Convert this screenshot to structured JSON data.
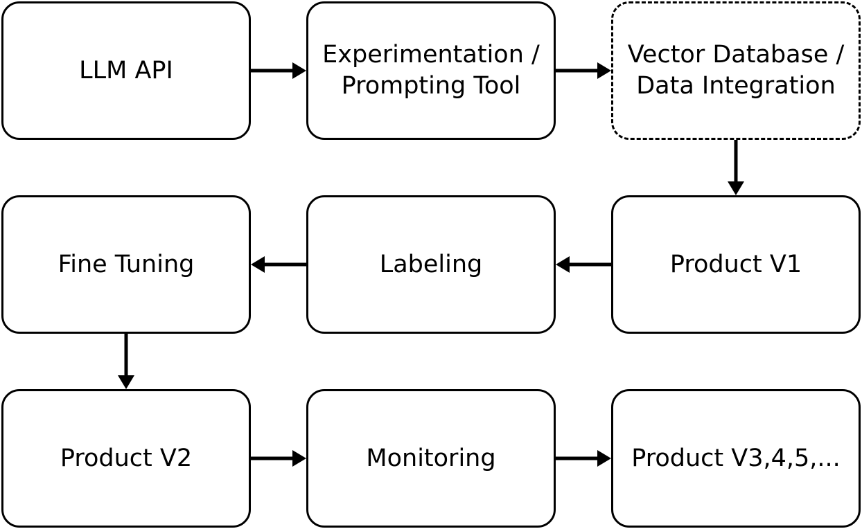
{
  "diagram": {
    "nodes": [
      {
        "id": "llm-api",
        "label": "LLM API",
        "style": "solid"
      },
      {
        "id": "experimentation",
        "label": "Experimentation /\nPrompting Tool",
        "style": "solid"
      },
      {
        "id": "vector-db",
        "label": "Vector Database /\nData Integration",
        "style": "dashed"
      },
      {
        "id": "fine-tuning",
        "label": "Fine Tuning",
        "style": "solid"
      },
      {
        "id": "labeling",
        "label": "Labeling",
        "style": "solid"
      },
      {
        "id": "product-v1",
        "label": "Product V1",
        "style": "solid"
      },
      {
        "id": "product-v2",
        "label": "Product V2",
        "style": "solid"
      },
      {
        "id": "monitoring",
        "label": "Monitoring",
        "style": "solid"
      },
      {
        "id": "product-v3",
        "label": "Product V3,4,5,...",
        "style": "solid"
      }
    ],
    "edges": [
      {
        "from": "llm-api",
        "to": "experimentation"
      },
      {
        "from": "experimentation",
        "to": "vector-db"
      },
      {
        "from": "vector-db",
        "to": "product-v1"
      },
      {
        "from": "product-v1",
        "to": "labeling"
      },
      {
        "from": "labeling",
        "to": "fine-tuning"
      },
      {
        "from": "fine-tuning",
        "to": "product-v2"
      },
      {
        "from": "product-v2",
        "to": "monitoring"
      },
      {
        "from": "monitoring",
        "to": "product-v3"
      }
    ],
    "colors": {
      "stroke": "#000000",
      "fill": "#ffffff"
    }
  }
}
